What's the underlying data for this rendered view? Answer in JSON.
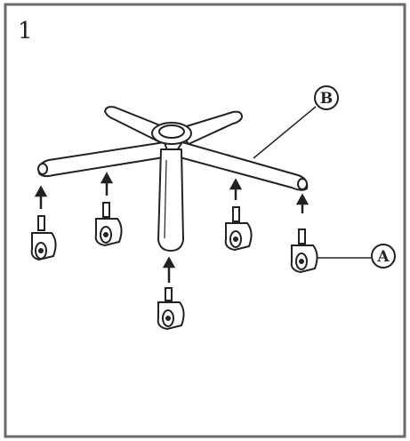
{
  "step": {
    "number": "1"
  },
  "callouts": {
    "caster": {
      "letter": "A"
    },
    "base": {
      "letter": "B"
    }
  },
  "colors": {
    "line": "#222222",
    "border": "#6b6b6b",
    "background": "#ffffff"
  }
}
